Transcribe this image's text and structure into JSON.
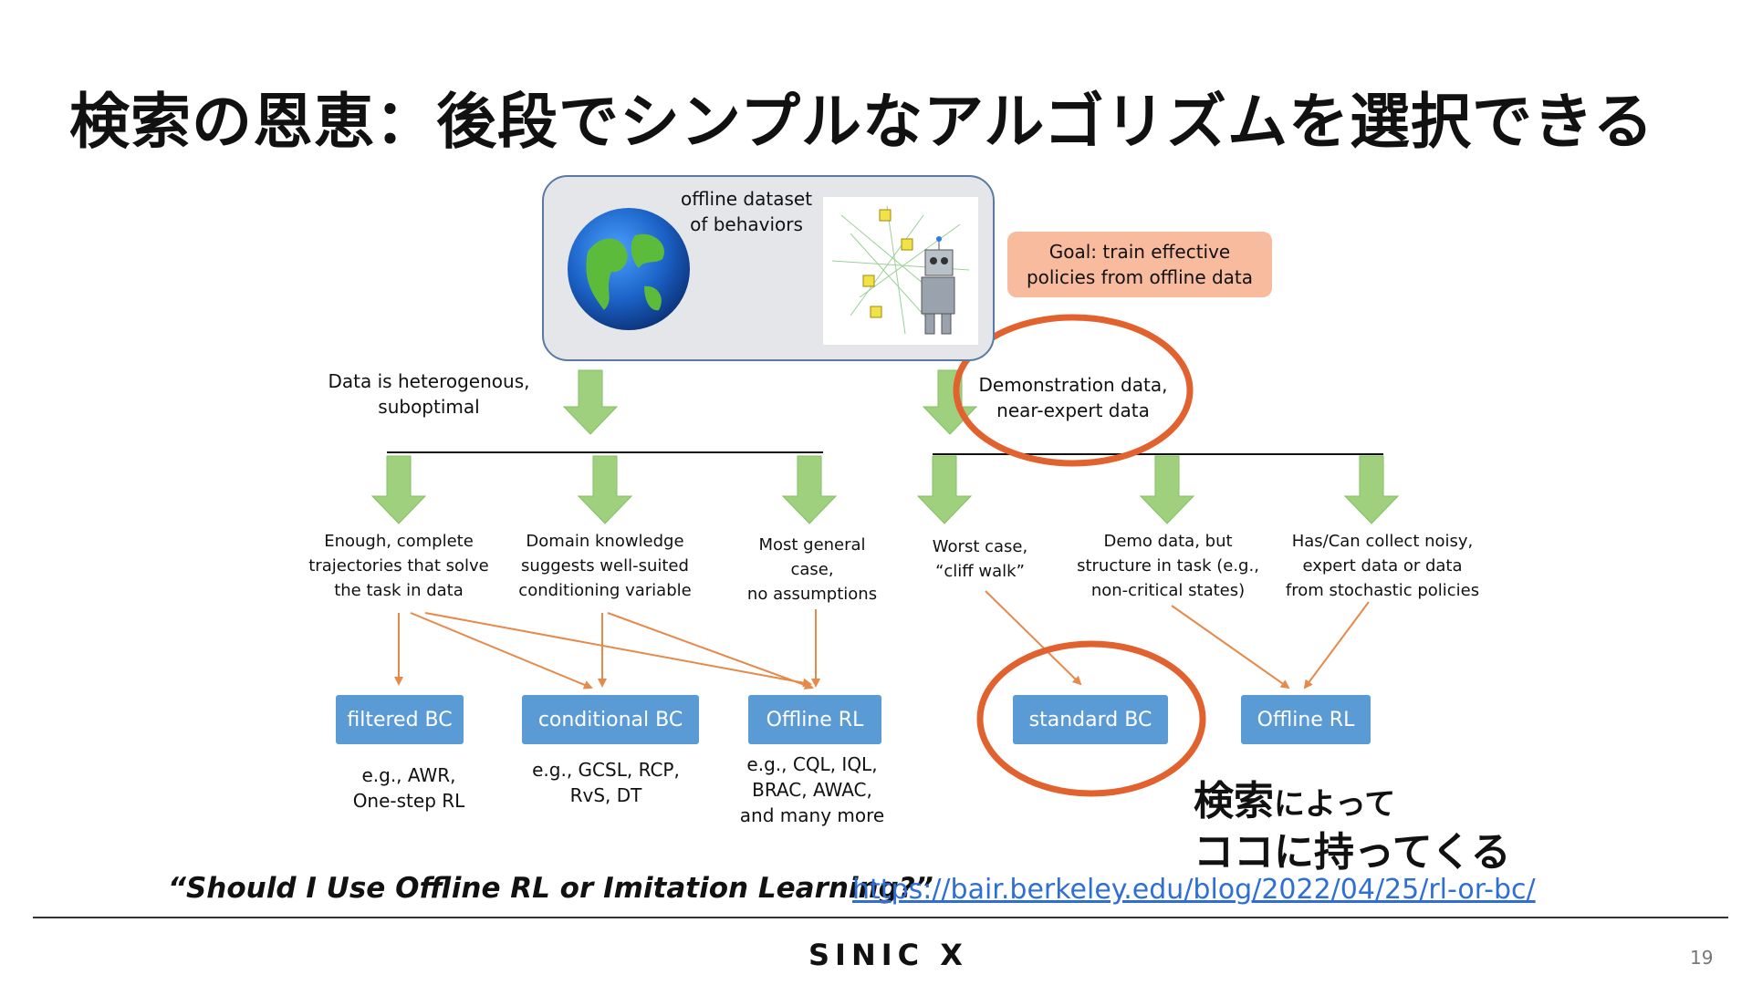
{
  "slide": {
    "title": "検索の恩恵：後段でシンプルなアルゴリズムを選択できる",
    "page_number": "19",
    "logo": "SINIC X"
  },
  "diagram": {
    "top_label": "offline dataset\nof behaviors",
    "goal": "Goal: train effective\npolicies from offline data",
    "left_branch_label": "Data is heterogenous,\nsuboptimal",
    "right_branch_label": "Demonstration data,\nnear-expert data",
    "cases": [
      "Enough, complete\ntrajectories that solve\nthe task in data",
      "Domain knowledge\nsuggests well-suited\nconditioning variable",
      "Most general\ncase,\nno assumptions",
      "Worst case,\n“cliff walk”",
      "Demo data, but\nstructure in task (e.g.,\nnon-critical states)",
      "Has/Can collect noisy,\nexpert data or data\nfrom stochastic policies"
    ],
    "methods": [
      "filtered BC",
      "conditional BC",
      "Offline RL",
      "standard BC",
      "Offline RL"
    ],
    "examples": [
      "e.g., AWR,\nOne-step RL",
      "e.g., GCSL, RCP,\nRvS, DT",
      "e.g., CQL, IQL,\nBRAC, AWAC,\nand many more"
    ]
  },
  "annotation": {
    "line1_big": "検索",
    "line1_small": "によって",
    "line2": "ココに持ってくる"
  },
  "citation": {
    "title": "“Should I Use Offline RL or Imitation Learning?”",
    "url": "https://bair.berkeley.edu/blog/2022/04/25/rl-or-bc/"
  },
  "colors": {
    "arrow_green": "#9fd07d",
    "node_blue": "#5b9bd5",
    "orange": "#e2622f",
    "goal_bg": "#f8bb9d"
  }
}
